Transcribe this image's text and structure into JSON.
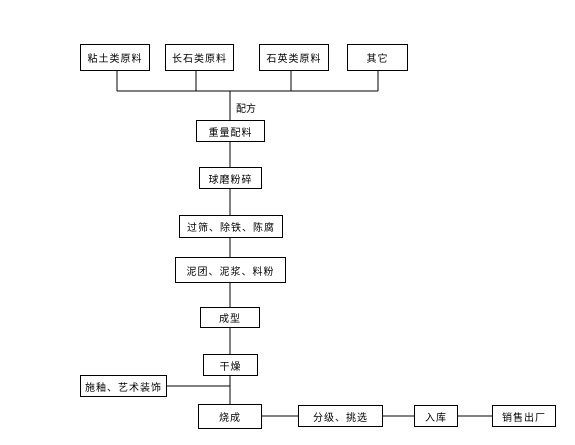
{
  "inputs": [
    "粘土类原料",
    "长石类原料",
    "石英类原料",
    "其它"
  ],
  "merge_label": "配方",
  "steps": [
    "重量配料",
    "球磨粉碎",
    "过筛、除铁、陈腐",
    "泥团、泥浆、料粉",
    "成型",
    "干燥",
    "烧成"
  ],
  "side_input": "施釉、艺术装饰",
  "after_steps": [
    "分级、挑选",
    "入库",
    "销售出厂"
  ]
}
